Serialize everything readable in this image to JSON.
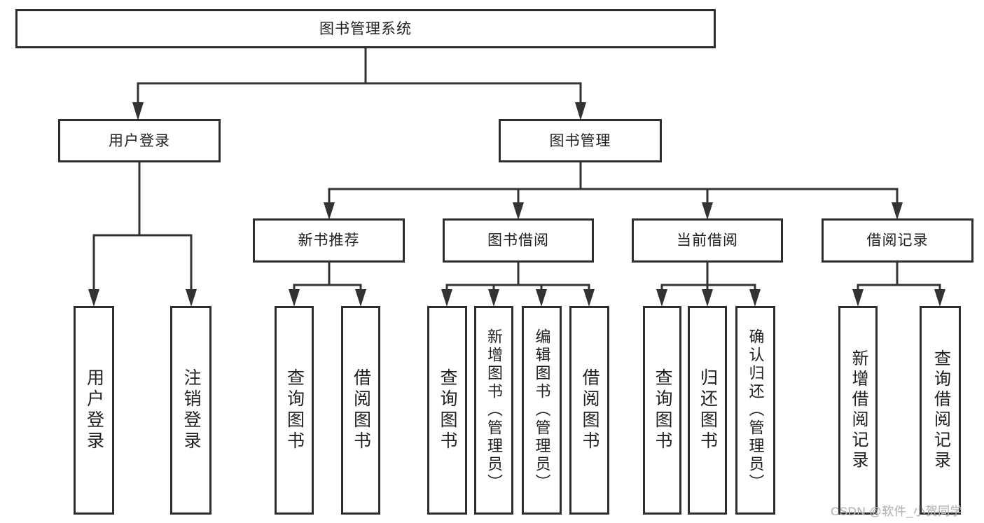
{
  "tree": {
    "label": "图书管理系统",
    "children": [
      {
        "label": "用户登录",
        "children": [
          {
            "label": "用户登录"
          },
          {
            "label": "注销登录"
          }
        ]
      },
      {
        "label": "图书管理",
        "children": [
          {
            "label": "新书推荐",
            "children": [
              {
                "label": "查询图书"
              },
              {
                "label": "借阅图书"
              }
            ]
          },
          {
            "label": "图书借阅",
            "children": [
              {
                "label": "查询图书"
              },
              {
                "label": "新增图书（管理员）"
              },
              {
                "label": "编辑图书（管理员）"
              },
              {
                "label": "借阅图书"
              }
            ]
          },
          {
            "label": "当前借阅",
            "children": [
              {
                "label": "查询图书"
              },
              {
                "label": "归还图书"
              },
              {
                "label": "确认归还（管理员）"
              }
            ]
          },
          {
            "label": "借阅记录",
            "children": [
              {
                "label": "新增借阅记录"
              },
              {
                "label": "查询借阅记录"
              }
            ]
          }
        ]
      }
    ]
  },
  "watermark": {
    "text": "CSDN @软件_小贺同学"
  },
  "colors": {
    "line": "#333333",
    "box_border": "#2e2e2e",
    "text": "#1f1f1f",
    "watermark": "#b5b5b5",
    "background": "#ffffff"
  }
}
